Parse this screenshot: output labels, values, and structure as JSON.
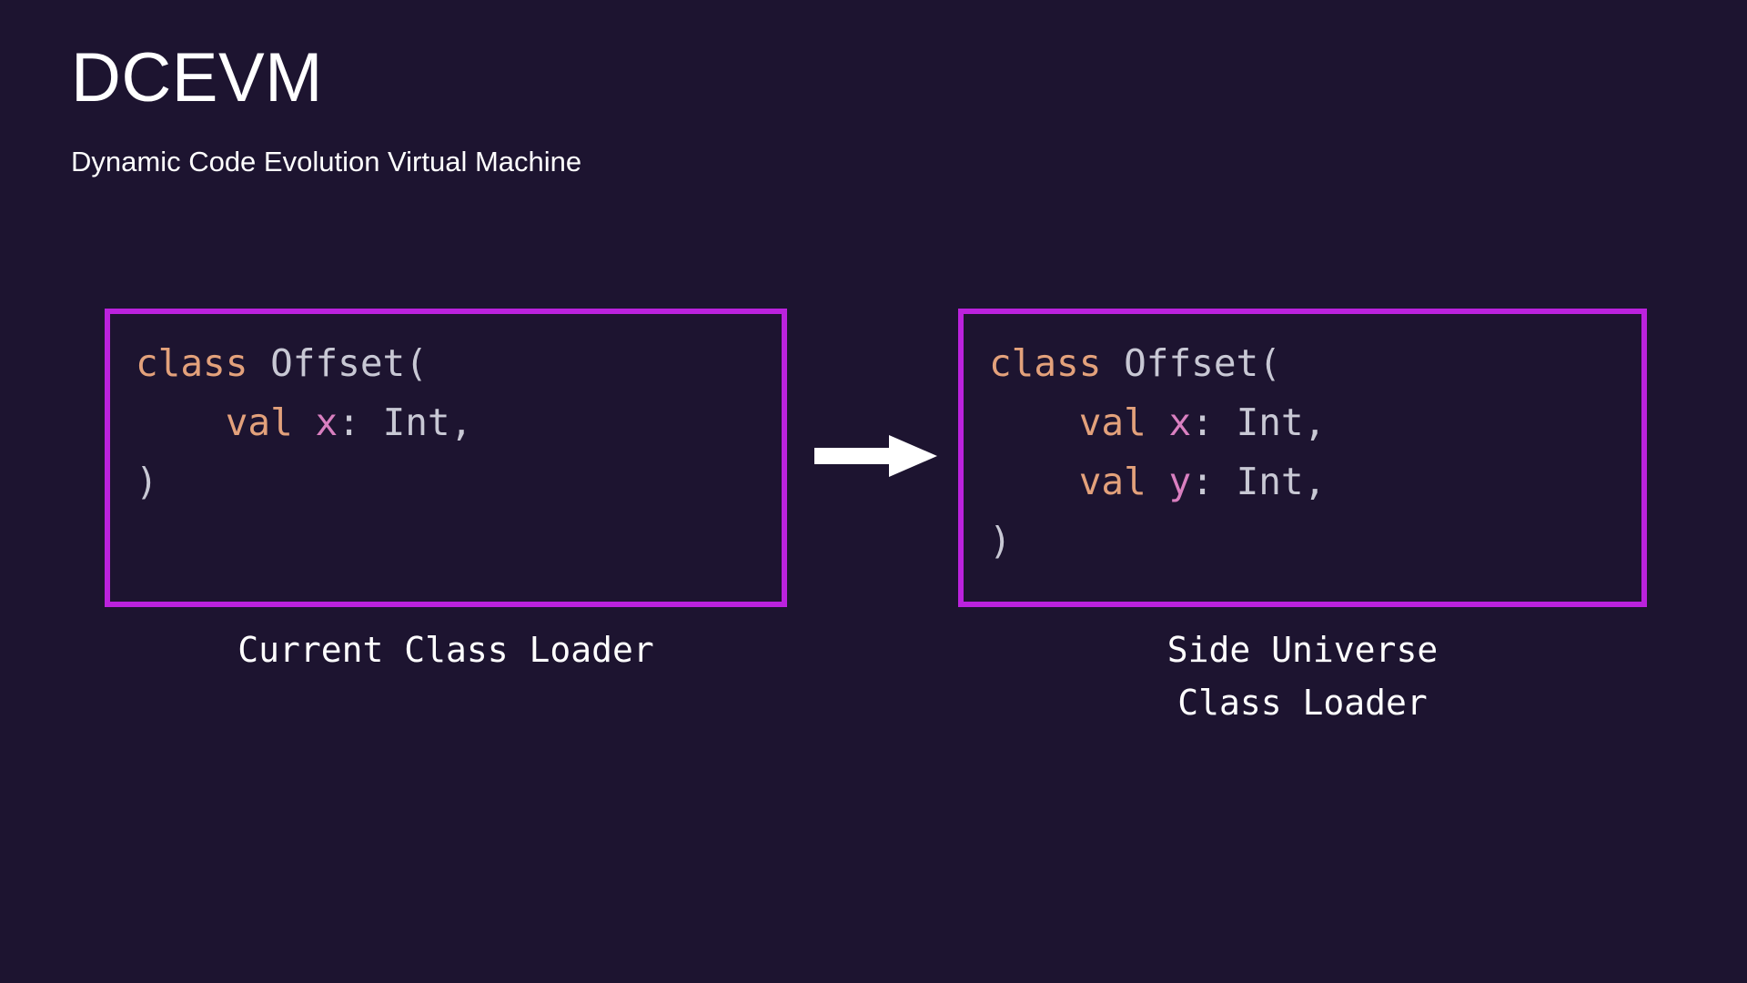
{
  "header": {
    "title": "DCEVM",
    "subtitle": "Dynamic Code Evolution Virtual Machine"
  },
  "colors": {
    "background": "#1d1430",
    "box_border": "#bb22dd",
    "keyword": "#e3a17b",
    "identifier": "#c8c8d4",
    "variable": "#d97fc0",
    "arrow": "#ffffff",
    "text": "#ffffff"
  },
  "diagram": {
    "arrow_icon": "arrow-right-icon",
    "panels": [
      {
        "id": "current-class-loader",
        "caption": "Current Class Loader",
        "code_lines": [
          [
            {
              "t": "class",
              "c": "kw"
            },
            {
              "t": " ",
              "c": "pun"
            },
            {
              "t": "Offset(",
              "c": "id"
            }
          ],
          [
            {
              "t": "    ",
              "c": "pun"
            },
            {
              "t": "val",
              "c": "kw"
            },
            {
              "t": " ",
              "c": "pun"
            },
            {
              "t": "x",
              "c": "var"
            },
            {
              "t": ": ",
              "c": "pun"
            },
            {
              "t": "Int,",
              "c": "type"
            }
          ],
          [
            {
              "t": ")",
              "c": "pun"
            }
          ]
        ]
      },
      {
        "id": "side-universe-class-loader",
        "caption": "Side Universe\nClass Loader",
        "code_lines": [
          [
            {
              "t": "class",
              "c": "kw"
            },
            {
              "t": " ",
              "c": "pun"
            },
            {
              "t": "Offset(",
              "c": "id"
            }
          ],
          [
            {
              "t": "    ",
              "c": "pun"
            },
            {
              "t": "val",
              "c": "kw"
            },
            {
              "t": " ",
              "c": "pun"
            },
            {
              "t": "x",
              "c": "var"
            },
            {
              "t": ": ",
              "c": "pun"
            },
            {
              "t": "Int,",
              "c": "type"
            }
          ],
          [
            {
              "t": "    ",
              "c": "pun"
            },
            {
              "t": "val",
              "c": "kw"
            },
            {
              "t": " ",
              "c": "pun"
            },
            {
              "t": "y",
              "c": "var"
            },
            {
              "t": ": ",
              "c": "pun"
            },
            {
              "t": "Int,",
              "c": "type"
            }
          ],
          [
            {
              "t": ")",
              "c": "pun"
            }
          ]
        ]
      }
    ]
  }
}
